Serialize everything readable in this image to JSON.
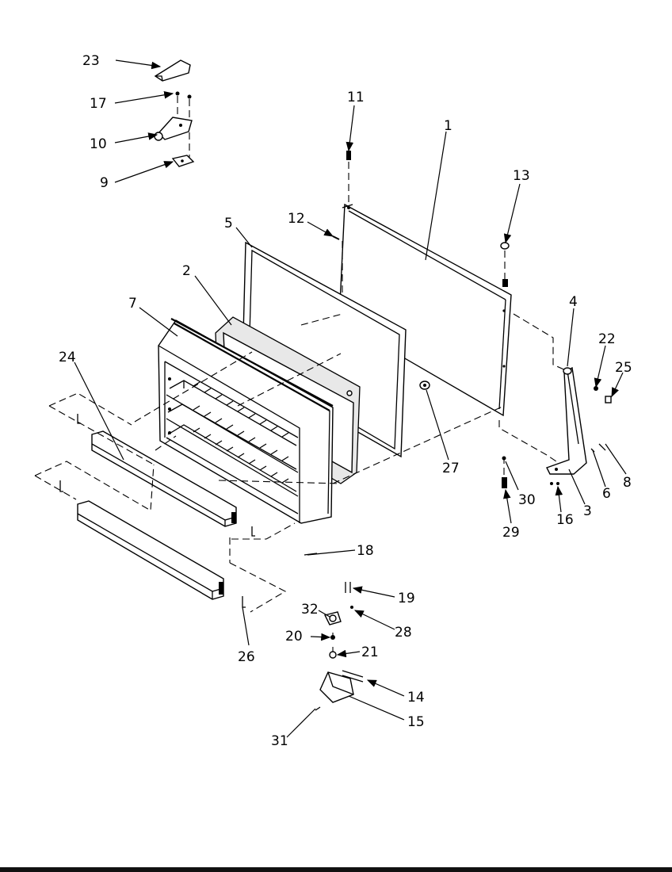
{
  "diagram": {
    "labels": {
      "p1": "1",
      "p2": "2",
      "p3": "3",
      "p4": "4",
      "p5": "5",
      "p6": "6",
      "p7": "7",
      "p8": "8",
      "p9": "9",
      "p10": "10",
      "p11": "11",
      "p12": "12",
      "p13": "13",
      "p14": "14",
      "p15": "15",
      "p16": "16",
      "p17": "17",
      "p18": "18",
      "p19": "19",
      "p20": "20",
      "p21": "21",
      "p22": "22",
      "p23": "23",
      "p24": "24",
      "p25": "25",
      "p26": "26",
      "p27": "27",
      "p28": "28",
      "p29": "29",
      "p30": "30",
      "p31": "31",
      "p32": "32"
    }
  }
}
